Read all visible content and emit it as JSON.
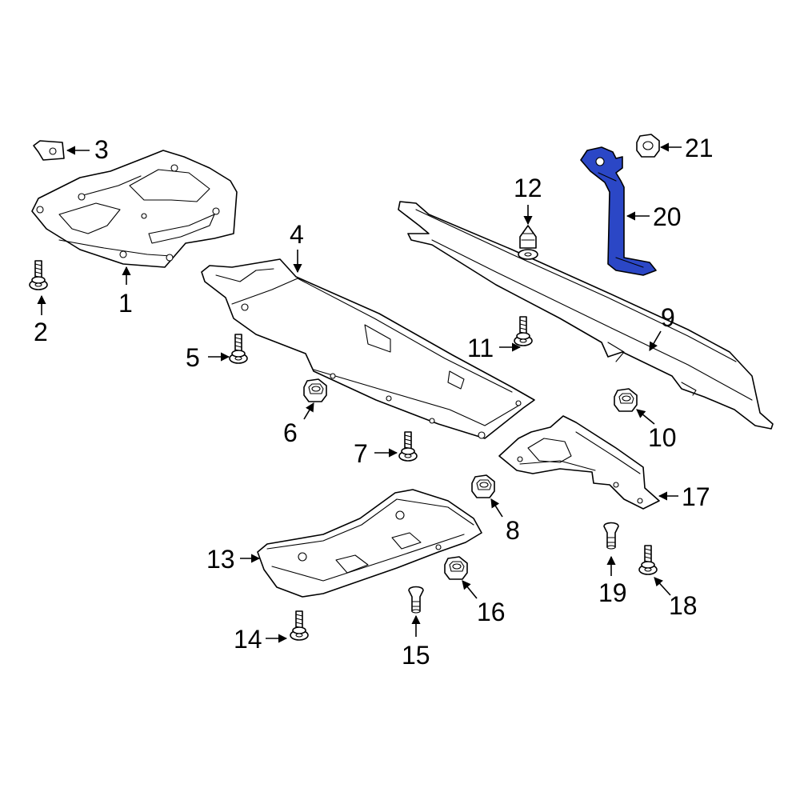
{
  "diagram": {
    "highlight_color": "#2b47c6",
    "line_color": "#000000",
    "background": "#ffffff",
    "callouts": [
      {
        "id": "c1",
        "label": "1"
      },
      {
        "id": "c2",
        "label": "2"
      },
      {
        "id": "c3",
        "label": "3"
      },
      {
        "id": "c4",
        "label": "4"
      },
      {
        "id": "c5",
        "label": "5"
      },
      {
        "id": "c6",
        "label": "6"
      },
      {
        "id": "c7",
        "label": "7"
      },
      {
        "id": "c8",
        "label": "8"
      },
      {
        "id": "c9",
        "label": "9"
      },
      {
        "id": "c10",
        "label": "10"
      },
      {
        "id": "c11",
        "label": "11"
      },
      {
        "id": "c12",
        "label": "12"
      },
      {
        "id": "c13",
        "label": "13"
      },
      {
        "id": "c14",
        "label": "14"
      },
      {
        "id": "c15",
        "label": "15"
      },
      {
        "id": "c16",
        "label": "16"
      },
      {
        "id": "c17",
        "label": "17"
      },
      {
        "id": "c18",
        "label": "18"
      },
      {
        "id": "c19",
        "label": "19"
      },
      {
        "id": "c20",
        "label": "20"
      },
      {
        "id": "c21",
        "label": "21"
      }
    ],
    "highlighted_part": "20"
  }
}
